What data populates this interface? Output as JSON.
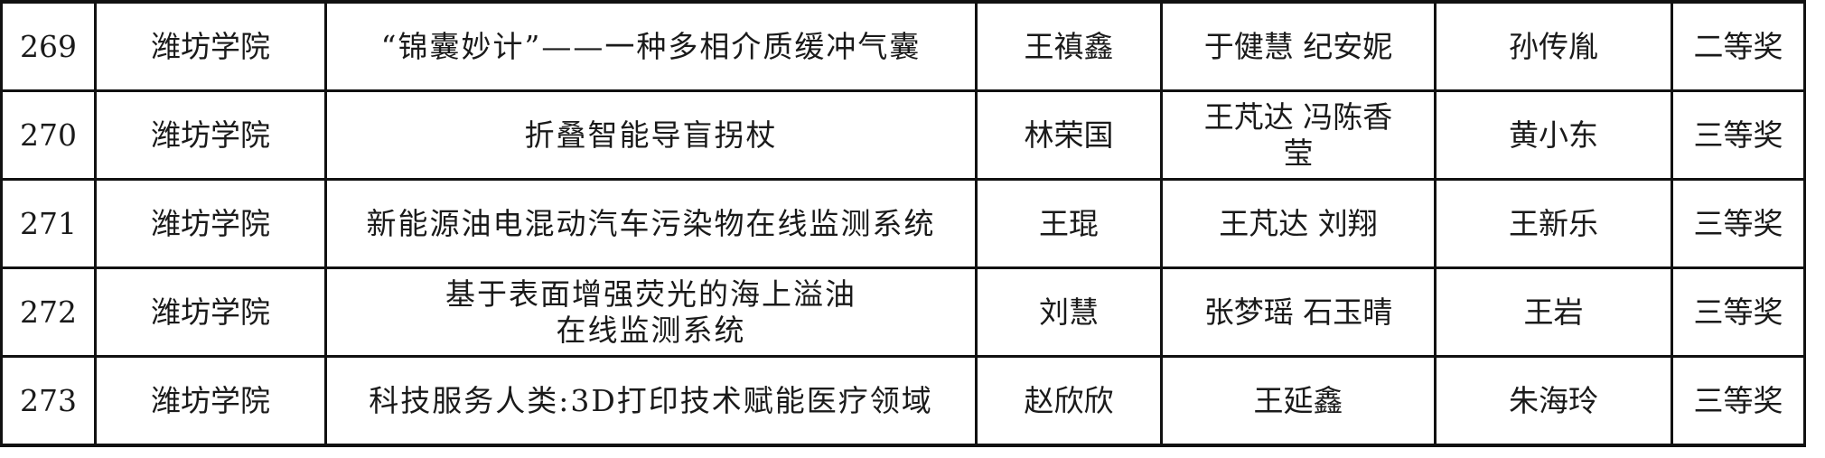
{
  "rows": [
    {
      "no": "269",
      "school": "潍坊学院",
      "project": [
        "“锦囊妙计”——一种多相介质缓冲气囊"
      ],
      "leader": "王禛鑫",
      "members": [
        "于健慧  纪安妮"
      ],
      "advisor": "孙传胤",
      "award": "二等奖"
    },
    {
      "no": "270",
      "school": "潍坊学院",
      "project": [
        "折叠智能导盲拐杖"
      ],
      "leader": "林荣国",
      "members": [
        "王芃达  冯陈香",
        "莹"
      ],
      "advisor": "黄小东",
      "award": "三等奖"
    },
    {
      "no": "271",
      "school": "潍坊学院",
      "project": [
        "新能源油电混动汽车污染物在线监测系统"
      ],
      "leader": "王琨",
      "members": [
        "王芃达  刘翔"
      ],
      "advisor": "王新乐",
      "award": "三等奖"
    },
    {
      "no": "272",
      "school": "潍坊学院",
      "project": [
        "基于表面增强荧光的海上溢油",
        "在线监测系统"
      ],
      "leader": "刘慧",
      "members": [
        "张梦瑶  石玉晴"
      ],
      "advisor": "王岩",
      "award": "三等奖"
    },
    {
      "no": "273",
      "school": "潍坊学院",
      "project": [
        "科技服务人类:3D打印技术赋能医疗领域"
      ],
      "leader": "赵欣欣",
      "members": [
        "王延鑫"
      ],
      "advisor": "朱海玲",
      "award": "三等奖"
    }
  ]
}
